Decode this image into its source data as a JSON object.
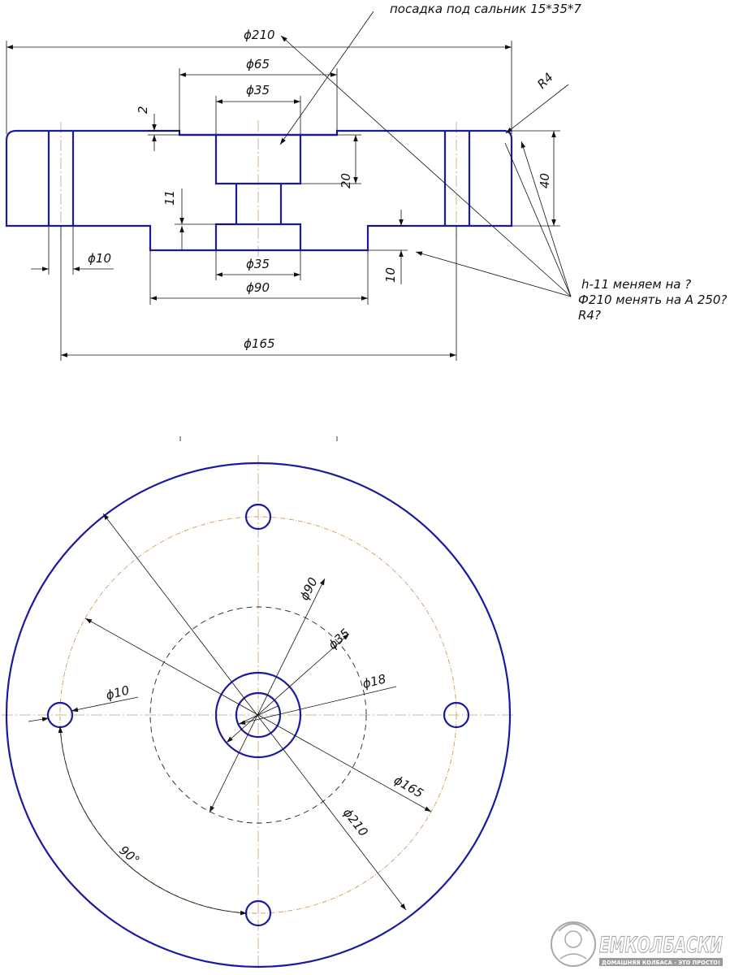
{
  "notes": {
    "gland_fit": "посадка под сальник 15*35*7",
    "questions": [
      "h-11 меняем на ?",
      "Ф210 менять на А 250?",
      "R4?"
    ]
  },
  "front_view": {
    "dims": {
      "d210": "ϕ210",
      "d65": "ϕ65",
      "d35_top": "ϕ35",
      "r4": "R4",
      "t2": "2",
      "h20": "20",
      "h40": "40",
      "h11": "11",
      "d10": "ϕ10",
      "d35_bottom": "ϕ35",
      "h10": "10",
      "d90": "ϕ90",
      "d165": "ϕ165"
    }
  },
  "top_view": {
    "dims": {
      "d90": "ϕ90",
      "d35": "ϕ35",
      "d18": "ϕ18",
      "d10": "ϕ10",
      "d165": "ϕ165",
      "d210": "ϕ210",
      "angle": "90°"
    }
  },
  "watermark": {
    "brand": "ЕМКОЛБАСКИ",
    "tagline": "ДОМАШНЯЯ КОЛБАСА - ЭТО ПРОСТО!"
  }
}
